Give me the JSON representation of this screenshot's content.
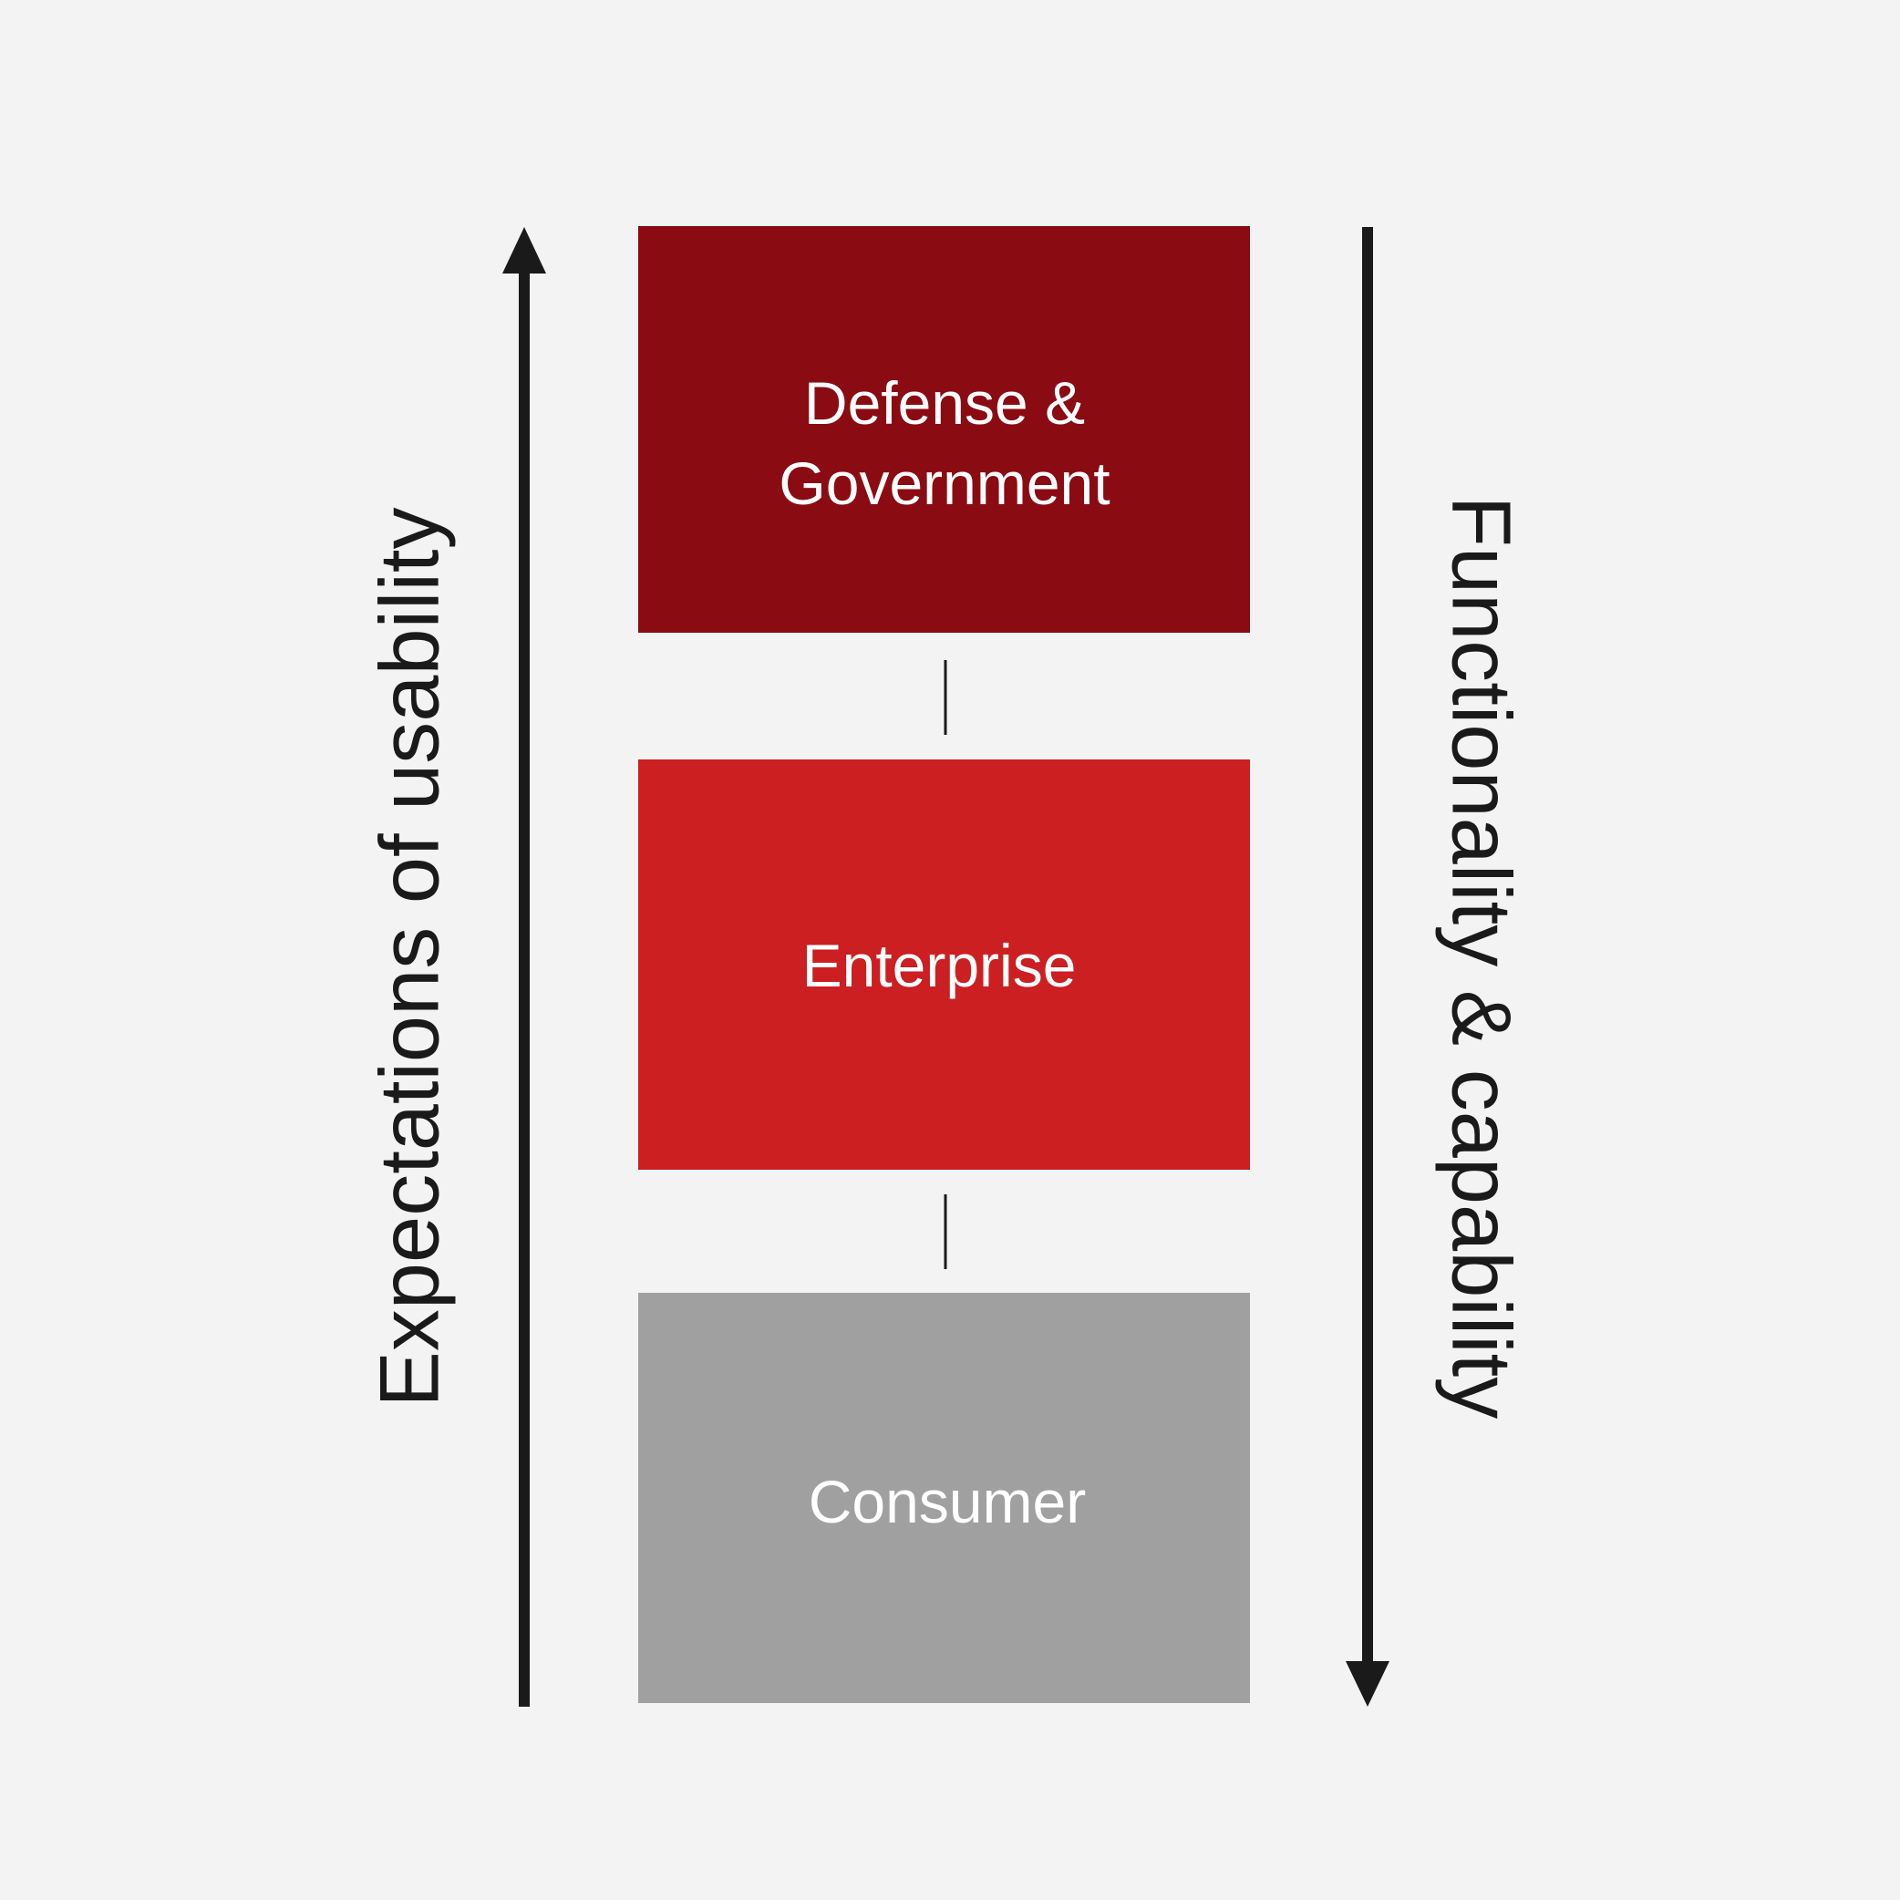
{
  "diagram": {
    "background_color": "#f3f3f3",
    "axis_color": "#1a1a1a",
    "left_axis": {
      "label": "Expectations of usability",
      "direction": "up"
    },
    "right_axis": {
      "label": "Functionality & capability",
      "direction": "down"
    },
    "tiers": [
      {
        "id": "defense-government",
        "lines": [
          "Defense &",
          "Government"
        ],
        "color": "#8a0c12"
      },
      {
        "id": "enterprise",
        "lines": [
          "Enterprise"
        ],
        "color": "#cb1f22"
      },
      {
        "id": "consumer",
        "lines": [
          "Consumer"
        ],
        "color": "#a0a0a0"
      }
    ]
  }
}
